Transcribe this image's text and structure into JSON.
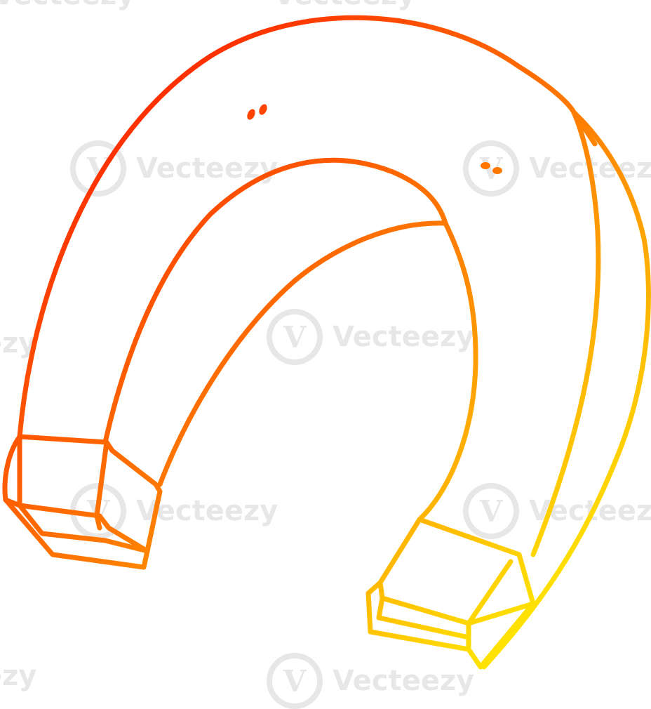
{
  "watermark": {
    "text": "Vecteezy",
    "logo_glyph": "V"
  },
  "illustration": {
    "subject": "horseshoe-magnet",
    "stroke_gradient": {
      "start": "#ff1a00",
      "middle": "#ff7a00",
      "end": "#ffee00"
    },
    "fill": "#ffffff"
  }
}
